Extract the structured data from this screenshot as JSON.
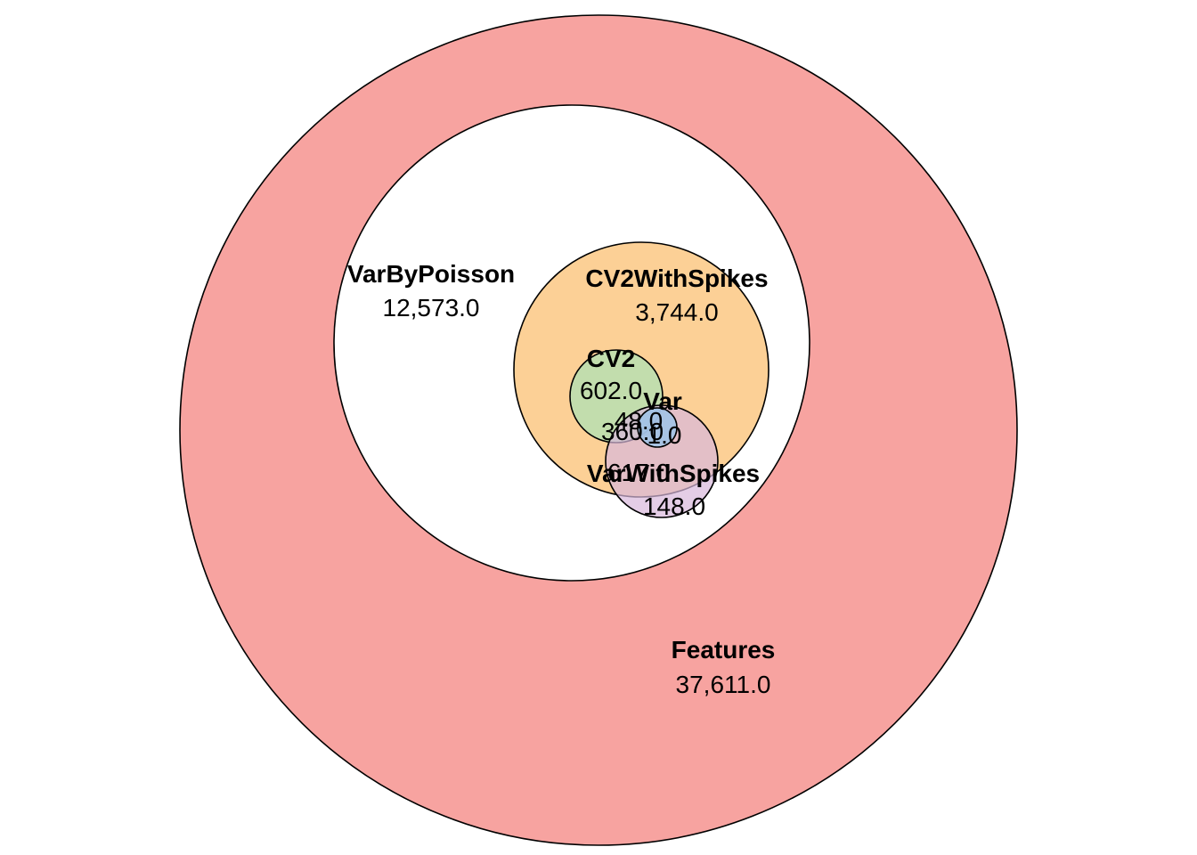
{
  "diagram": {
    "type": "euler",
    "sets": [
      {
        "id": "features",
        "name": "Features",
        "value": "37,611.0",
        "color": "#f7a3a0",
        "opacity": 1.0
      },
      {
        "id": "varbypoisson",
        "name": "VarByPoisson",
        "value": "12,573.0",
        "color": "#ffffff",
        "opacity": 1.0
      },
      {
        "id": "cv2withspikes",
        "name": "CV2WithSpikes",
        "value": "3,744.0",
        "color": "#fcd096",
        "opacity": 1.0
      },
      {
        "id": "cv2",
        "name": "CV2",
        "value": "602.0",
        "color": "#b3e0b3",
        "opacity": 0.8
      },
      {
        "id": "varwithspikes",
        "name": "VarWithSpikes",
        "value": "148.0",
        "color": "#d8b8dc",
        "opacity": 0.7
      },
      {
        "id": "var",
        "name": "Var",
        "value": "1.0",
        "color": "#9ec3e8",
        "opacity": 0.85
      }
    ],
    "overlaps": [
      {
        "id": "overlap-a",
        "value": "48.0"
      },
      {
        "id": "overlap-b",
        "value": "360.0"
      },
      {
        "id": "overlap-c",
        "value": "617.0"
      }
    ]
  }
}
